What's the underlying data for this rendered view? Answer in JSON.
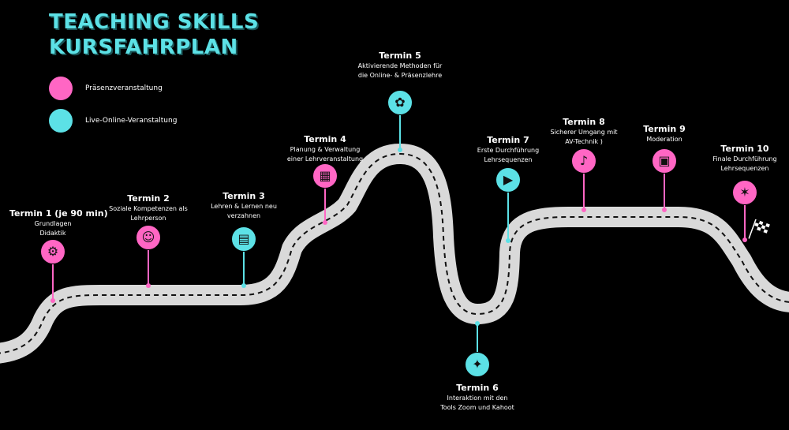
{
  "title": {
    "line1": "Teaching Skills",
    "line2": "Kursfahrplan"
  },
  "colors": {
    "presence": "#ff66c4",
    "online": "#5ce1e6",
    "road": "#d9d9d9"
  },
  "legend": [
    {
      "label": "Präsenzveranstaltung",
      "type": "presence"
    },
    {
      "label": "Live-Online-Veranstaltung",
      "type": "online"
    }
  ],
  "terms": [
    {
      "title": "Termin 1 (je 90 min)",
      "desc": [
        "Grundlagen",
        "Didaktik"
      ],
      "type": "presence",
      "icon": "network-icon"
    },
    {
      "title": "Termin 2",
      "desc": [
        "Soziale Kompetenzen als",
        "Lehrperson"
      ],
      "type": "presence",
      "icon": "people-hands-icon"
    },
    {
      "title": "Termin 3",
      "desc": [
        "Lehren & Lernen neu",
        "verzahnen"
      ],
      "type": "online",
      "icon": "open-book-icon"
    },
    {
      "title": "Termin 4",
      "desc": [
        "Planung & Verwaltung",
        "einer Lehrveranstaltung"
      ],
      "type": "presence",
      "icon": "calendar-icon"
    },
    {
      "title": "Termin 5",
      "desc": [
        "Aktivierende Methoden für",
        "die Online- & Präsenzlehre"
      ],
      "type": "online",
      "icon": "activity-icon"
    },
    {
      "title": "Termin 6",
      "desc": [
        "Interaktion mit den",
        "Tools Zoom und Kahoot"
      ],
      "type": "online",
      "icon": "interaction-icon"
    },
    {
      "title": "Termin 7",
      "desc": [
        "Erste Durchführung",
        "Lehrsequenzen"
      ],
      "type": "online",
      "icon": "video-camera-icon"
    },
    {
      "title": "Termin 8",
      "desc": [
        "Sicherer Umgang mit",
        "AV-Technik )"
      ],
      "type": "presence",
      "icon": "microphone-icon"
    },
    {
      "title": "Termin 9",
      "desc": [
        "Moderation"
      ],
      "type": "presence",
      "icon": "presentation-icon"
    },
    {
      "title": "Termin 10",
      "desc": [
        "Finale Durchführung",
        "Lehrsequenzen"
      ],
      "type": "presence",
      "icon": "celebration-icon"
    }
  ]
}
